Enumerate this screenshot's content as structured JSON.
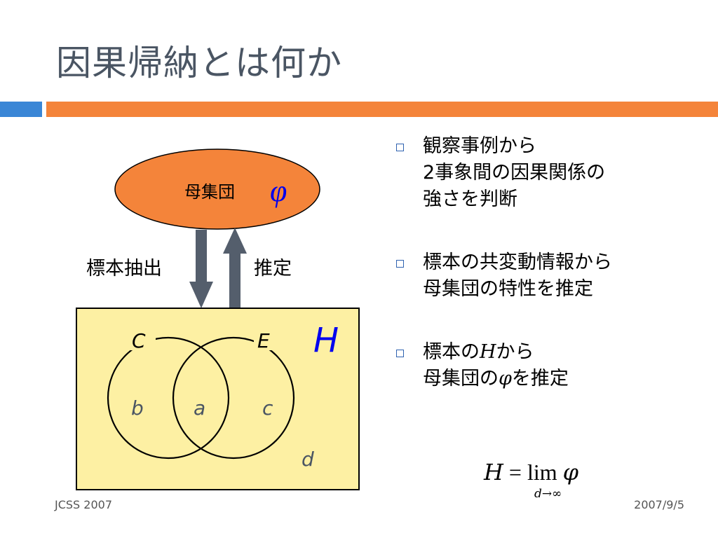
{
  "slide": {
    "title": "因果帰納とは何か",
    "footer_left": "JCSS 2007",
    "footer_right": "2007/9/5"
  },
  "diagram": {
    "population_label": "母集団",
    "population_symbol": "φ",
    "arrow_down_label": "標本抽出",
    "arrow_up_label": "推定",
    "sample_symbol": "H",
    "circle_left_label": "C",
    "circle_right_label": "E",
    "region_b": "b",
    "region_a": "a",
    "region_c": "c",
    "region_d": "d",
    "colors": {
      "ellipse": "#f4843a",
      "box": "#fdf0a3",
      "arrow": "#545e6c",
      "symbol": "#0000ee"
    }
  },
  "bullets": [
    {
      "lines": [
        "観察事例から",
        "2事象間の因果関係の",
        "強さを判断"
      ]
    },
    {
      "lines": [
        "標本の共変動情報から",
        "母集団の特性を推定"
      ]
    },
    {
      "line1_prefix": "標本の",
      "line1_italic": "H",
      "line1_suffix": "から",
      "line2_prefix": "母集団の",
      "line2_symbol": "φ",
      "line2_suffix": "を推定"
    }
  ],
  "formula": {
    "lhs": "H",
    "eq": "=",
    "op": "lim",
    "rhs": "φ",
    "sub": "d→∞"
  }
}
